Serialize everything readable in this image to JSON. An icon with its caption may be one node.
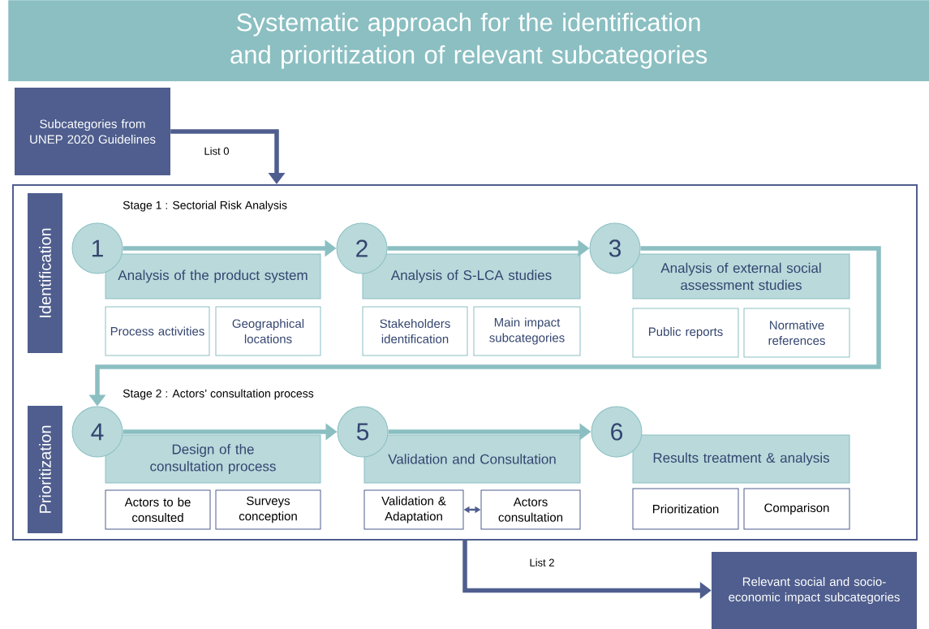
{
  "diagram": {
    "title": "Systematic approach for the identification and prioritization of relevant subcategories",
    "nodes": [
      {
        "text": [
          "Subcategories from UNEP 2020 Guidelines"
        ]
      },
      {
        "text": [],
        "shape": "box"
      },
      {
        "text": [
          "Identification"
        ],
        "in": 1
      },
      {
        "text": [
          "Prioritization"
        ],
        "in": 1
      },
      {
        "text": [
          "1"
        ],
        "in": 1
      },
      {
        "text": [
          "Analysis of the product system"
        ],
        "in": 1
      },
      {
        "text": [
          "Process activities"
        ],
        "in": 1
      },
      {
        "text": [
          "Geographical locations"
        ],
        "in": 1
      },
      {
        "text": [
          "2"
        ],
        "in": 1
      },
      {
        "text": [
          "Analysis of S-LCA studies"
        ],
        "in": 1
      },
      {
        "text": [
          "Stakeholders identification"
        ],
        "in": 1
      },
      {
        "text": [
          "Main impact subcategories"
        ],
        "in": 1
      },
      {
        "text": [
          "3"
        ],
        "in": 1
      },
      {
        "text": [
          "Analysis of external social assessment studies"
        ],
        "in": 1
      },
      {
        "text": [
          "Public reports"
        ],
        "in": 1
      },
      {
        "text": [
          "Normative references"
        ],
        "in": 1
      },
      {
        "text": [
          "4"
        ],
        "in": 1
      },
      {
        "text": [
          "Design of the consultation process"
        ],
        "in": 1
      },
      {
        "text": [
          "Actors to be consulted"
        ],
        "in": 1
      },
      {
        "text": [
          "Surveys conception"
        ],
        "in": 1
      },
      {
        "text": [
          "5"
        ],
        "in": 1
      },
      {
        "text": [
          "Validation and Consultation"
        ],
        "in": 1
      },
      {
        "text": [
          "Validation & Adaptation"
        ],
        "in": 1
      },
      {
        "text": [
          "Actors consultation"
        ],
        "in": 1
      },
      {
        "text": [
          "6"
        ],
        "in": 1
      },
      {
        "text": [
          "Results treatment & analysis"
        ],
        "in": 1
      },
      {
        "text": [
          "Prioritization"
        ],
        "in": 1
      },
      {
        "text": [
          "Comparison"
        ],
        "in": 1
      },
      {
        "text": [
          "Relevant social and socio-economic impact subcategories"
        ]
      }
    ],
    "edges": [
      {
        "from": 0,
        "to": 1,
        "arrow": "to",
        "label": "List 0",
        "color": "#4f5e8e"
      },
      {
        "from": 4,
        "to": 8,
        "arrow": "to"
      },
      {
        "from": 8,
        "to": 12,
        "arrow": "to"
      },
      {
        "from": 12,
        "to": 16,
        "arrow": "to"
      },
      {
        "from": 16,
        "to": 20,
        "arrow": "to"
      },
      {
        "from": 20,
        "to": 24,
        "arrow": "to"
      },
      {
        "from": 22,
        "to": 23,
        "arrow": "both",
        "color": "#4f5e8e"
      },
      {
        "from": 1,
        "to": 28,
        "arrow": "to",
        "label": "List 2",
        "color": "#4f5e8e"
      }
    ],
    "labels": [
      "Stage 1 : Sectorial Risk Analysis",
      "Stage 2 : Actors’ consultation process"
    ]
  }
}
